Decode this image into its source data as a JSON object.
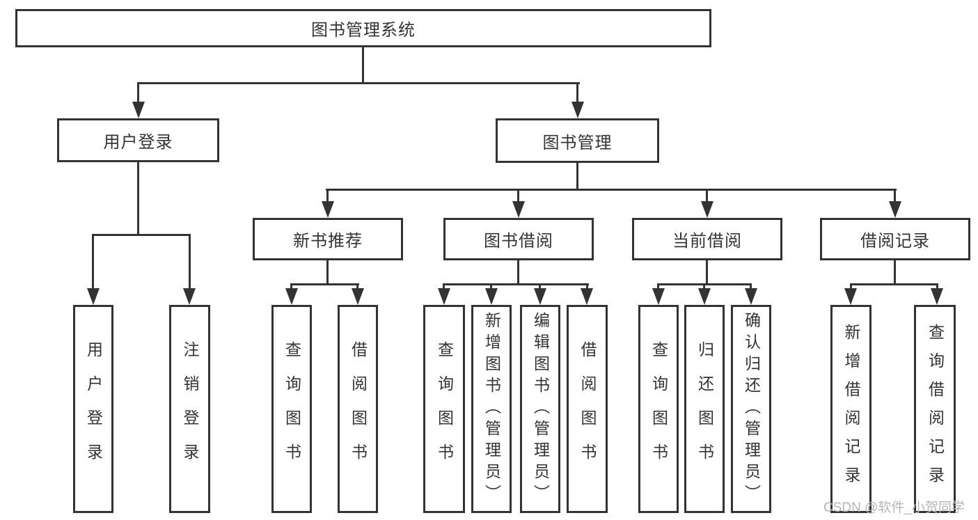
{
  "tree": {
    "label": "图书管理系统",
    "children": [
      {
        "label": "用户登录",
        "children": [
          {
            "label": "用户登录"
          },
          {
            "label": "注销登录"
          }
        ]
      },
      {
        "label": "图书管理",
        "children": [
          {
            "label": "新书推荐",
            "children": [
              {
                "label": "查询图书"
              },
              {
                "label": "借阅图书"
              }
            ]
          },
          {
            "label": "图书借阅",
            "children": [
              {
                "label": "查询图书"
              },
              {
                "label": "新增图书（管理员）"
              },
              {
                "label": "编辑图书（管理员）"
              },
              {
                "label": "借阅图书"
              }
            ]
          },
          {
            "label": "当前借阅",
            "children": [
              {
                "label": "查询图书"
              },
              {
                "label": "归还图书"
              },
              {
                "label": "确认归还（管理员）"
              }
            ]
          },
          {
            "label": "借阅记录",
            "children": [
              {
                "label": "新增借阅记录"
              },
              {
                "label": "查询借阅记录"
              }
            ]
          }
        ]
      }
    ]
  },
  "watermark": "CSDN @软件_小贺同学",
  "colors": {
    "line": "#333333",
    "text": "#333333",
    "watermark": "#b5b5b5",
    "background": "#ffffff"
  }
}
